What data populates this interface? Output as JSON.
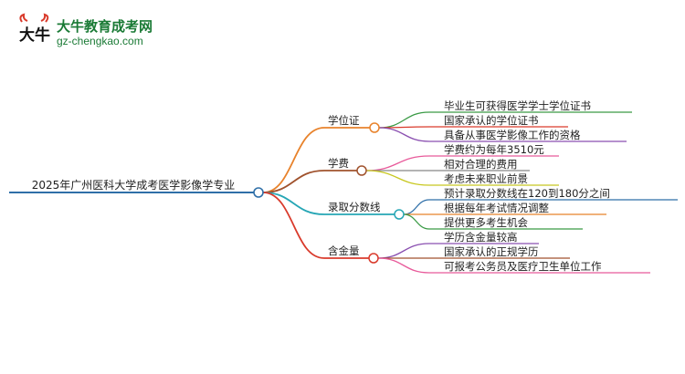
{
  "logo": {
    "title": "大牛教育成考网",
    "url": "gz-chengkao.com",
    "mark_text": "大牛"
  },
  "root": {
    "label": "2025年广州医科大学成考医学影像学专业",
    "color": "#2f6fa8"
  },
  "branches": [
    {
      "label": "学位证",
      "color": "#e8822b",
      "children": [
        {
          "label": "毕业生可获得医学学士学位证书",
          "color": "#3a9a45"
        },
        {
          "label": "国家承认的学位证书",
          "color": "#d93a2b"
        },
        {
          "label": "具备从事医学影像工作的资格",
          "color": "#8a4fb0"
        }
      ]
    },
    {
      "label": "学费",
      "color": "#a0522d",
      "children": [
        {
          "label": "学费约为每年3510元",
          "color": "#e85a9a"
        },
        {
          "label": "相对合理的费用",
          "color": "#888888"
        },
        {
          "label": "考虑未来职业前景",
          "color": "#c8c820"
        }
      ]
    },
    {
      "label": "录取分数线",
      "color": "#26a6b5",
      "children": [
        {
          "label": "预计录取分数线在120到180分之间",
          "color": "#2f6fa8"
        },
        {
          "label": "根据每年考试情况调整",
          "color": "#e8822b"
        },
        {
          "label": "提供更多考生机会",
          "color": "#3a9a45"
        }
      ]
    },
    {
      "label": "含金量",
      "color": "#d93a2b",
      "children": [
        {
          "label": "学历含金量较高",
          "color": "#8a4fb0"
        },
        {
          "label": "国家承认的正规学历",
          "color": "#a0522d"
        },
        {
          "label": "可报考公务员及医疗卫生单位工作",
          "color": "#e85a9a"
        }
      ]
    }
  ]
}
